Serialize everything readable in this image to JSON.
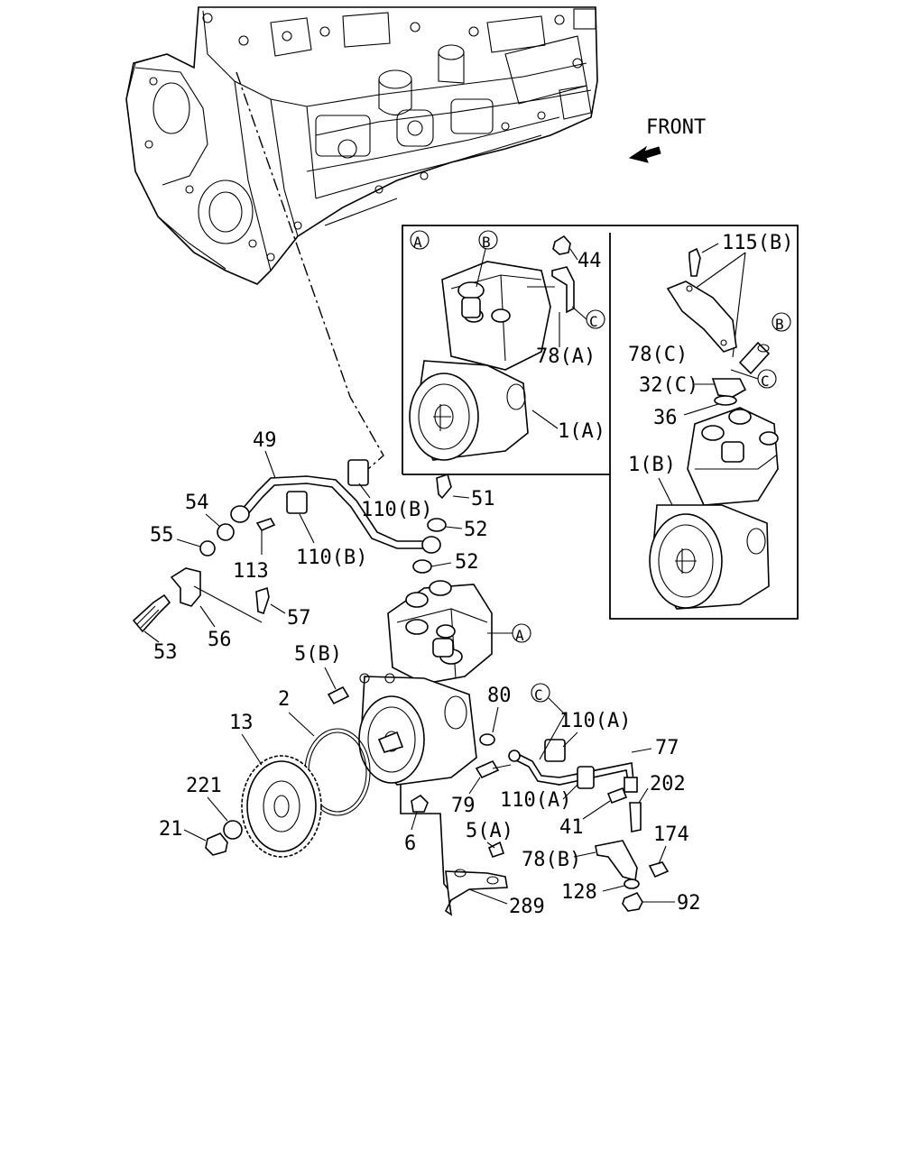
{
  "front_label": "FRONT",
  "colors": {
    "ink": "#000000",
    "paper": "#ffffff"
  },
  "callouts": {
    "c115b": "115(B)",
    "c44": "44",
    "c78a": "78(A)",
    "c78c": "78(C)",
    "c32c": "32(C)",
    "c36": "36",
    "c1a": "1(A)",
    "c1b": "1(B)",
    "c49": "49",
    "c54": "54",
    "c55": "55",
    "c110b_1": "110(B)",
    "c110b_2": "110(B)",
    "c51": "51",
    "c52_1": "52",
    "c52_2": "52",
    "c113": "113",
    "c57": "57",
    "c53": "53",
    "c56": "56",
    "c5b": "5(B)",
    "c80": "80",
    "c110a_1": "110(A)",
    "c110a_2": "110(A)",
    "c2": "2",
    "c13": "13",
    "c77": "77",
    "c221": "221",
    "c202": "202",
    "c79": "79",
    "c21": "21",
    "c6": "6",
    "c41": "41",
    "c5a": "5(A)",
    "c174": "174",
    "c78b": "78(B)",
    "c128": "128",
    "c92": "92",
    "c289": "289"
  },
  "ref_markers": {
    "a_box": "A",
    "b_top": "B",
    "c_top": "C",
    "b_right": "B",
    "c_right": "C",
    "a_main": "A",
    "c_pipe": "C"
  }
}
